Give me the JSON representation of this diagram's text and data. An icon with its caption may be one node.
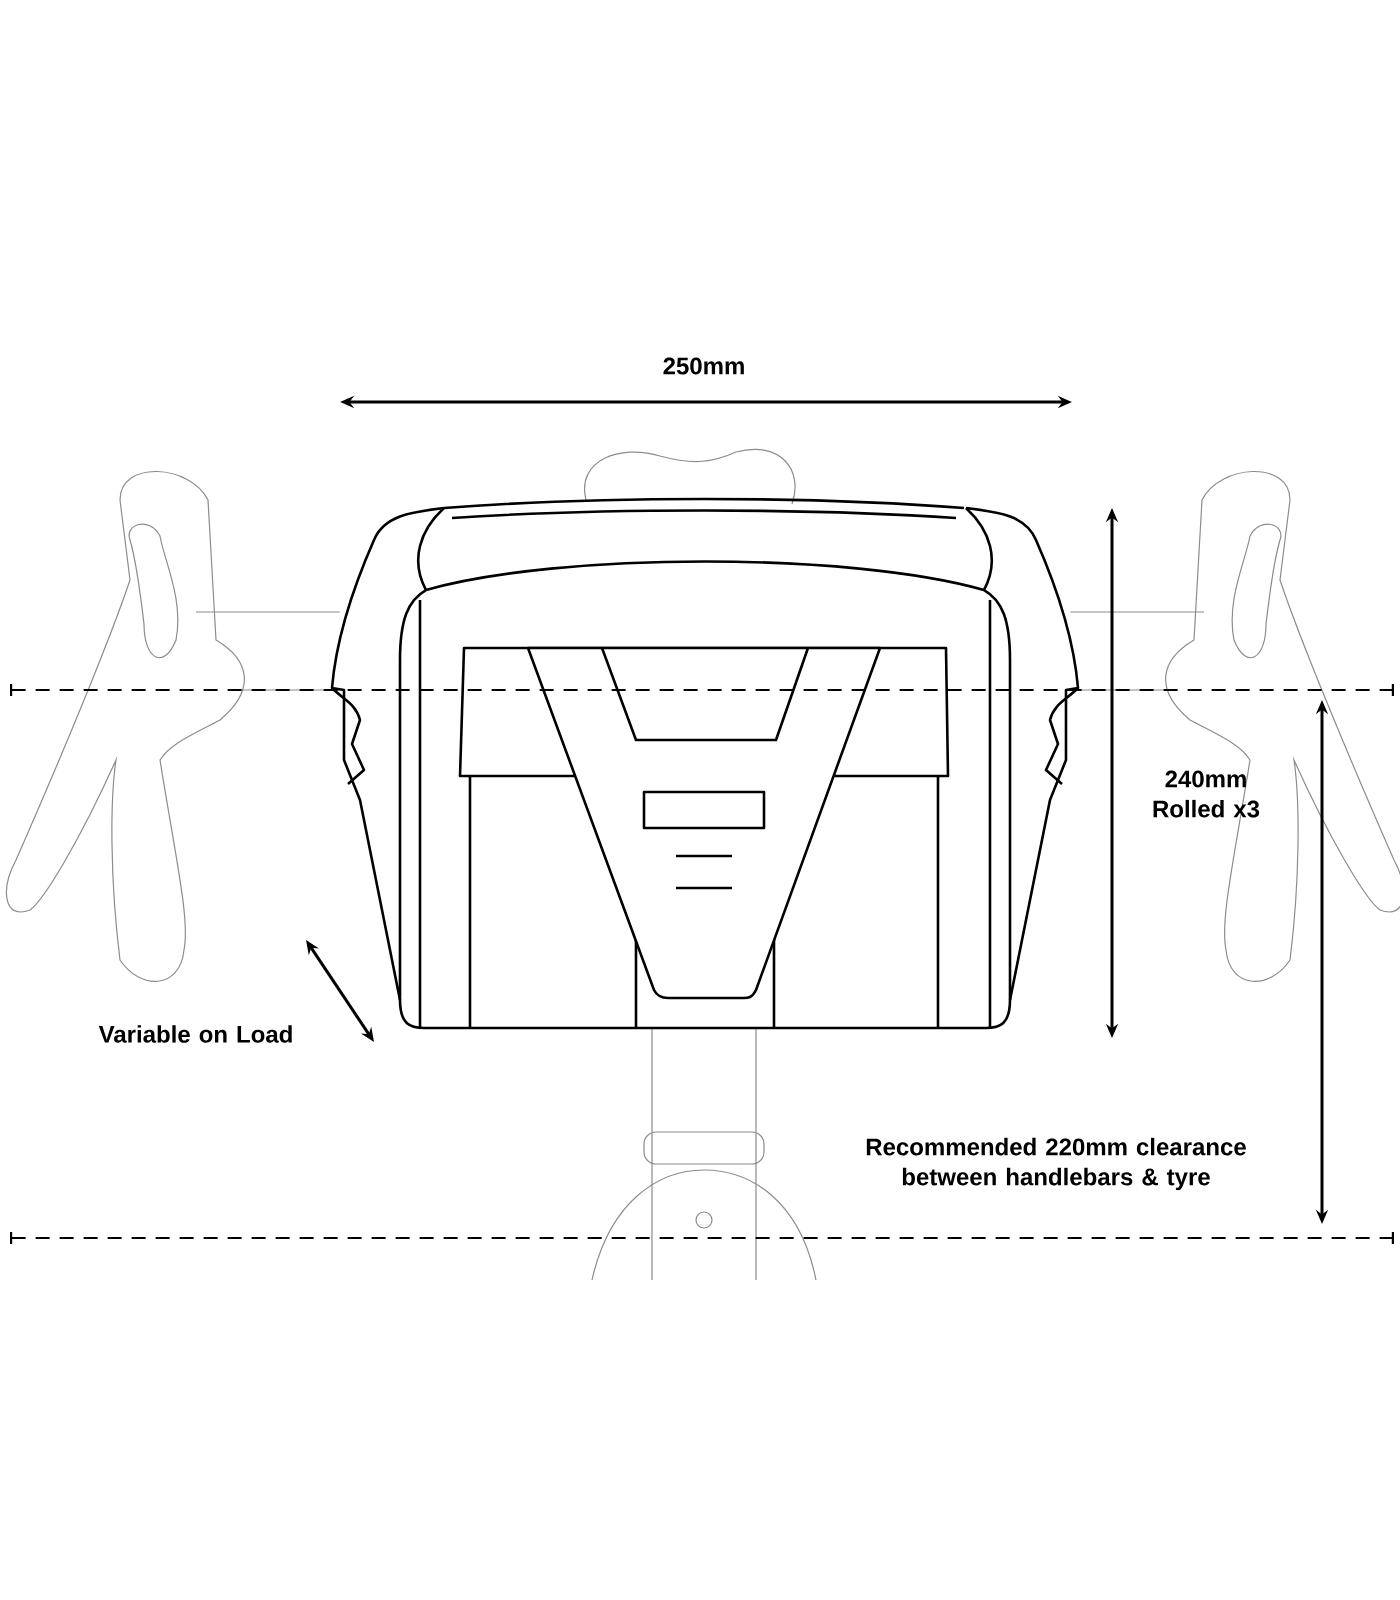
{
  "diagram": {
    "labels": [
      "250mm",
      "240mm Rolled x3",
      "Variable on Load",
      "Recommended 220mm clearance between handlebars & tyre"
    ]
  }
}
